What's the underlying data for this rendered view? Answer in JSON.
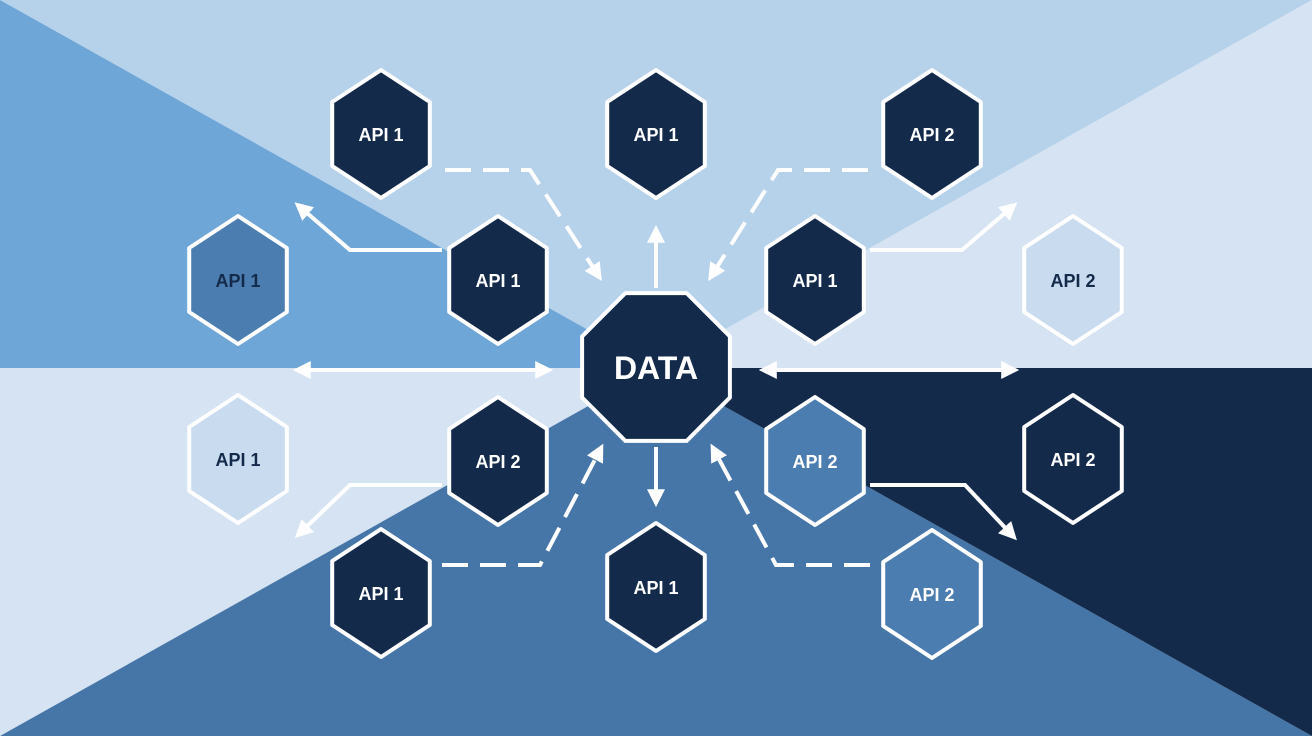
{
  "center": {
    "label": "DATA"
  },
  "nodes": [
    {
      "label": "API 1",
      "style": "dark"
    },
    {
      "label": "API 1",
      "style": "dark"
    },
    {
      "label": "API 2",
      "style": "dark"
    },
    {
      "label": "API 1",
      "style": "mid-darktext"
    },
    {
      "label": "API 1",
      "style": "dark"
    },
    {
      "label": "API 1",
      "style": "dark"
    },
    {
      "label": "API 2",
      "style": "pale"
    },
    {
      "label": "API 1",
      "style": "pale"
    },
    {
      "label": "API 2",
      "style": "dark"
    },
    {
      "label": "API 2",
      "style": "mid"
    },
    {
      "label": "API 2",
      "style": "dark"
    },
    {
      "label": "API 1",
      "style": "dark"
    },
    {
      "label": "API 1",
      "style": "dark"
    },
    {
      "label": "API 2",
      "style": "mid"
    }
  ],
  "colors": {
    "dark": "#132a4a",
    "mid": "#4c7db0",
    "pale": "#c9dbef",
    "bg_light": "#b6d1ea",
    "bg_medium": "#6fa6d8",
    "bg_pale": "#d5e3f2",
    "bg_steel": "#4676a8",
    "line": "#ffffff"
  }
}
